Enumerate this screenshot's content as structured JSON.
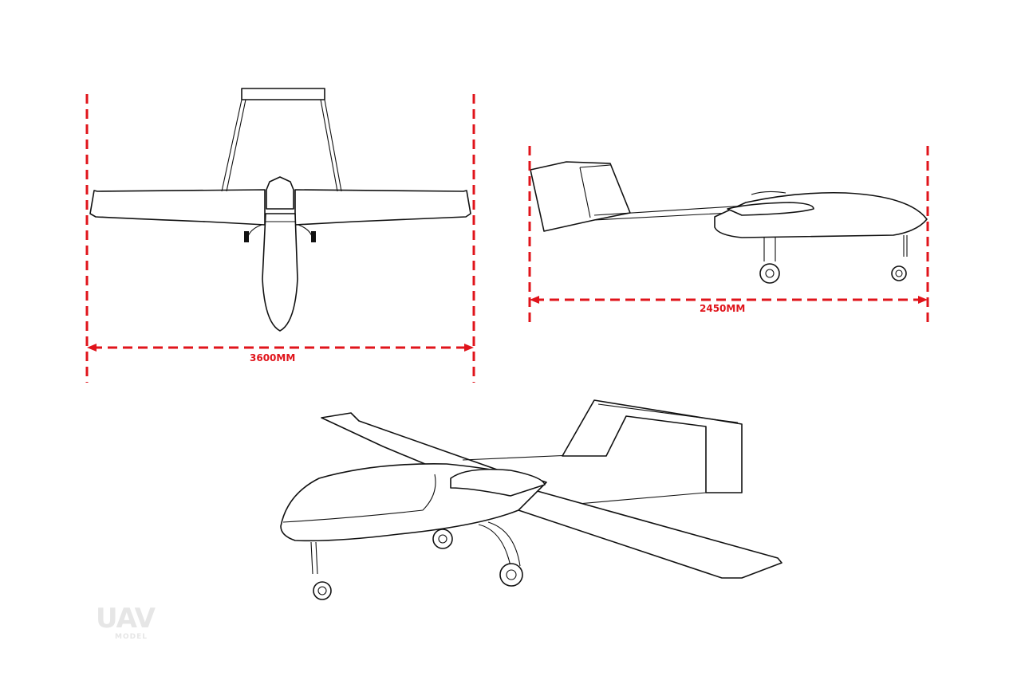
{
  "dimensions": {
    "wingspan_label": "3600MM",
    "length_label": "2450MM",
    "color": "#e0141b"
  },
  "views": [
    "top-view",
    "side-view",
    "perspective-view"
  ],
  "watermark": {
    "main": "UAV",
    "sub": "MODEL"
  }
}
